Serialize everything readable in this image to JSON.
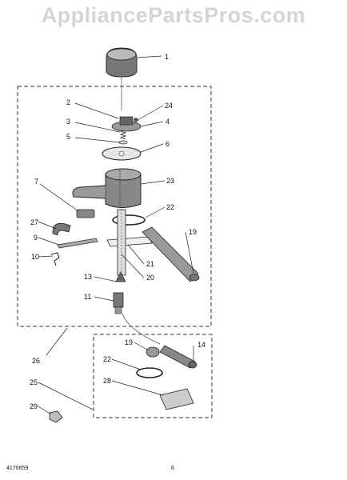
{
  "header": {
    "watermark": "AppliancePartsPros.com",
    "title": "",
    "subtitle": ""
  },
  "footer": {
    "doc_number": "4170659",
    "page_number": "6"
  },
  "callouts": [
    {
      "id": "c1",
      "label": "1"
    },
    {
      "id": "c2",
      "label": "2"
    },
    {
      "id": "c24",
      "label": "24"
    },
    {
      "id": "c3",
      "label": "3"
    },
    {
      "id": "c4",
      "label": "4"
    },
    {
      "id": "c5",
      "label": "5"
    },
    {
      "id": "c6",
      "label": "6"
    },
    {
      "id": "c7",
      "label": "7"
    },
    {
      "id": "c23",
      "label": "23"
    },
    {
      "id": "c22",
      "label": "22"
    },
    {
      "id": "c27",
      "label": "27"
    },
    {
      "id": "c19",
      "label": "19"
    },
    {
      "id": "c9",
      "label": "9"
    },
    {
      "id": "c10",
      "label": "10"
    },
    {
      "id": "c21",
      "label": "21"
    },
    {
      "id": "c20",
      "label": "20"
    },
    {
      "id": "c13",
      "label": "13"
    },
    {
      "id": "c11",
      "label": "11"
    },
    {
      "id": "c26",
      "label": "26"
    },
    {
      "id": "c19b",
      "label": "19"
    },
    {
      "id": "c14",
      "label": "14"
    },
    {
      "id": "c22b",
      "label": "22"
    },
    {
      "id": "c28",
      "label": "28"
    },
    {
      "id": "c25",
      "label": "25"
    },
    {
      "id": "c29",
      "label": "29"
    }
  ]
}
